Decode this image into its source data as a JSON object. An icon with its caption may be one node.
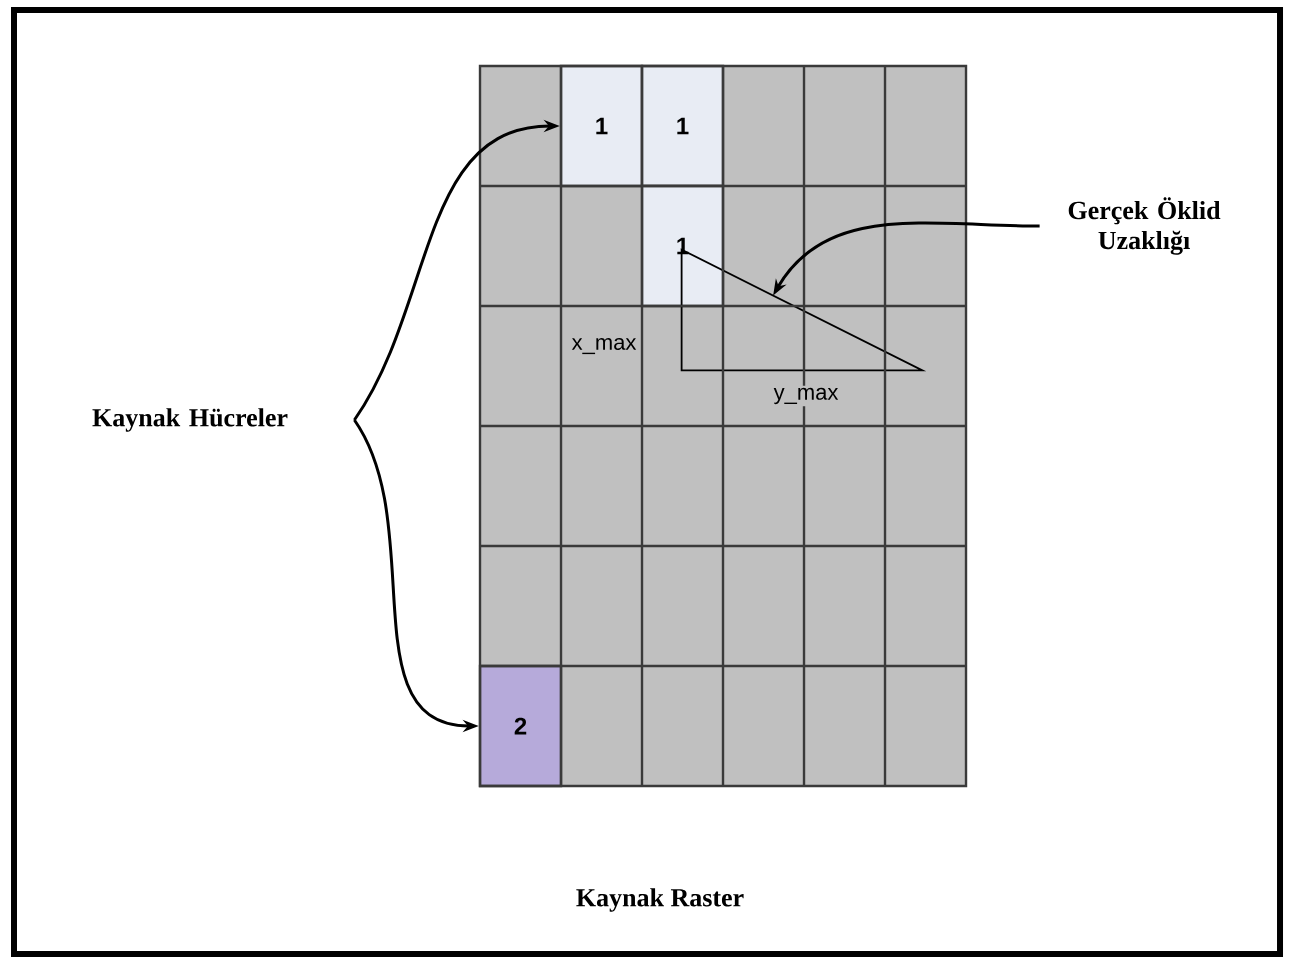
{
  "diagram": {
    "nodes": [
      {
        "text": [
          "Kaynak Hücreler"
        ]
      },
      {
        "text": [
          "1"
        ]
      },
      {
        "text": [
          "1"
        ]
      },
      {
        "text": [
          "1"
        ]
      },
      {
        "text": [
          "2"
        ]
      },
      {
        "text": [
          "Gerçek Öklid Uzaklığı"
        ]
      },
      {
        "text": [],
        "shape": "triangle",
        "beside": [
          "x_max",
          "y_max"
        ]
      }
    ],
    "edges": [
      {
        "from": 0,
        "to": 1,
        "arrow": "to"
      },
      {
        "from": 0,
        "to": 4,
        "arrow": "to"
      },
      {
        "from": 5,
        "to": 6,
        "arrow": "to"
      }
    ],
    "labels": [
      "Kaynak Raster"
    ]
  }
}
